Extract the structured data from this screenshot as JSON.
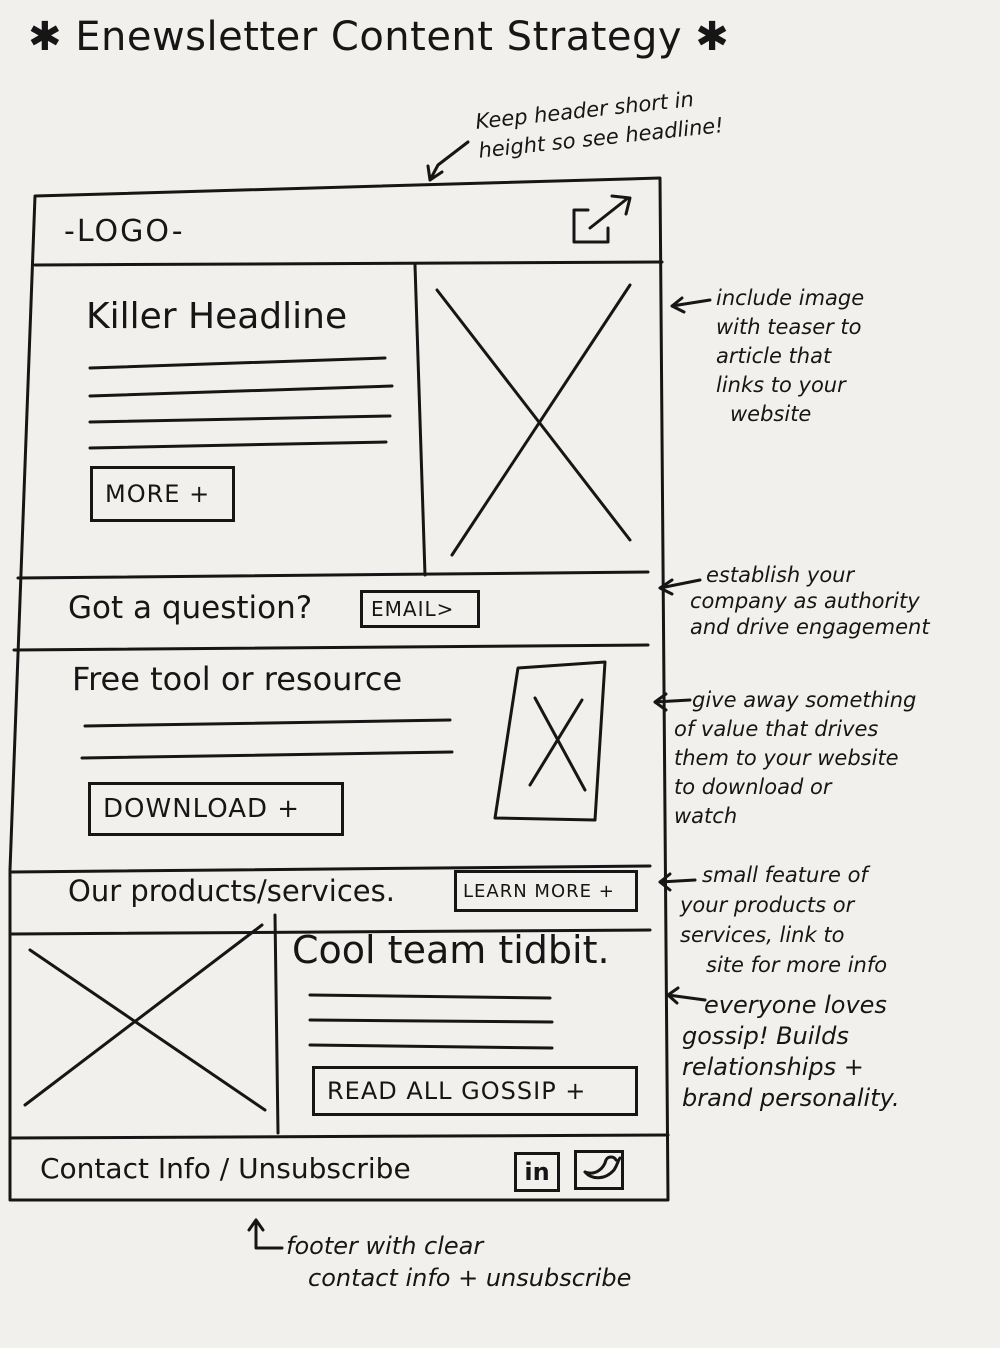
{
  "title": {
    "star_left": "✱",
    "text": "Enewsletter Content Strategy",
    "star_right": "✱"
  },
  "wireframe": {
    "logo": "-LOGO-",
    "share_icon": "share-icon",
    "hero_headline": "Killer Headline",
    "hero_button": "MORE +",
    "question_text": "Got a question?",
    "question_button": "EMAIL>",
    "resource_title": "Free tool or resource",
    "resource_button": "DOWNLOAD +",
    "products_text": "Our products/services.",
    "products_button": "LEARN MORE +",
    "team_title": "Cool team tidbit.",
    "team_button": "READ ALL GOSSIP +",
    "footer_text": "Contact Info / Unsubscribe",
    "linkedin_label": "in",
    "twitter_icon": "twitter-bird-icon"
  },
  "annotations": {
    "header": [
      "Keep header short in",
      "height so see headline!"
    ],
    "hero": [
      "include image",
      "with teaser to",
      "article that",
      "links to your",
      "website"
    ],
    "question": [
      "establish your",
      "company as authority",
      "and drive engagement"
    ],
    "resource": [
      "give away something",
      "of value that drives",
      "them to your website",
      "to download or",
      "watch"
    ],
    "products": [
      "small feature of",
      "your products or",
      "services, link to",
      "site for more info"
    ],
    "team": [
      "everyone loves",
      "gossip! Builds",
      "relationships +",
      "brand personality."
    ],
    "footer": [
      "footer with clear",
      "contact info + unsubscribe"
    ]
  }
}
